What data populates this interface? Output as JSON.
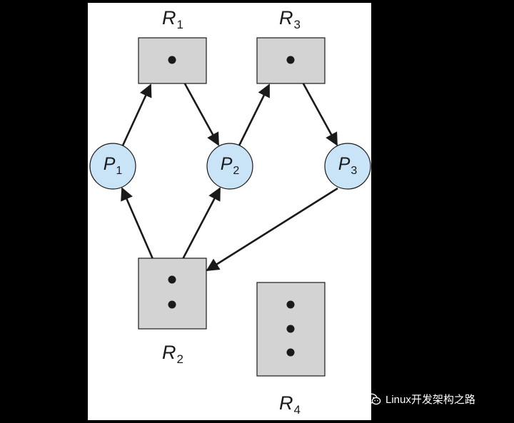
{
  "resources": [
    {
      "id": "R1",
      "letter": "R",
      "sub": "1"
    },
    {
      "id": "R2",
      "letter": "R",
      "sub": "2"
    },
    {
      "id": "R3",
      "letter": "R",
      "sub": "3"
    },
    {
      "id": "R4",
      "letter": "R",
      "sub": "4"
    }
  ],
  "processes": [
    {
      "id": "P1",
      "letter": "P",
      "sub": "1"
    },
    {
      "id": "P2",
      "letter": "P",
      "sub": "2"
    },
    {
      "id": "P3",
      "letter": "P",
      "sub": "3"
    }
  ],
  "edges": [
    {
      "from": "P1",
      "to": "R1",
      "kind": "request"
    },
    {
      "from": "R1",
      "to": "P2",
      "kind": "assignment"
    },
    {
      "from": "P2",
      "to": "R3",
      "kind": "request"
    },
    {
      "from": "R3",
      "to": "P3",
      "kind": "assignment"
    },
    {
      "from": "P3",
      "to": "R2",
      "kind": "request"
    },
    {
      "from": "R2",
      "to": "P1",
      "kind": "assignment"
    },
    {
      "from": "R2",
      "to": "P2",
      "kind": "assignment"
    }
  ],
  "instances": {
    "R1": 1,
    "R2": 2,
    "R3": 1,
    "R4": 3
  },
  "colors": {
    "resource_fill": "#d3d3d3",
    "process_fill": "#c9e4f7",
    "stroke": "#1a1a1a",
    "background": "#000000",
    "canvas": "#ffffff"
  },
  "watermark": {
    "text": "Linux开发架构之路",
    "icon": "wechat-icon"
  }
}
